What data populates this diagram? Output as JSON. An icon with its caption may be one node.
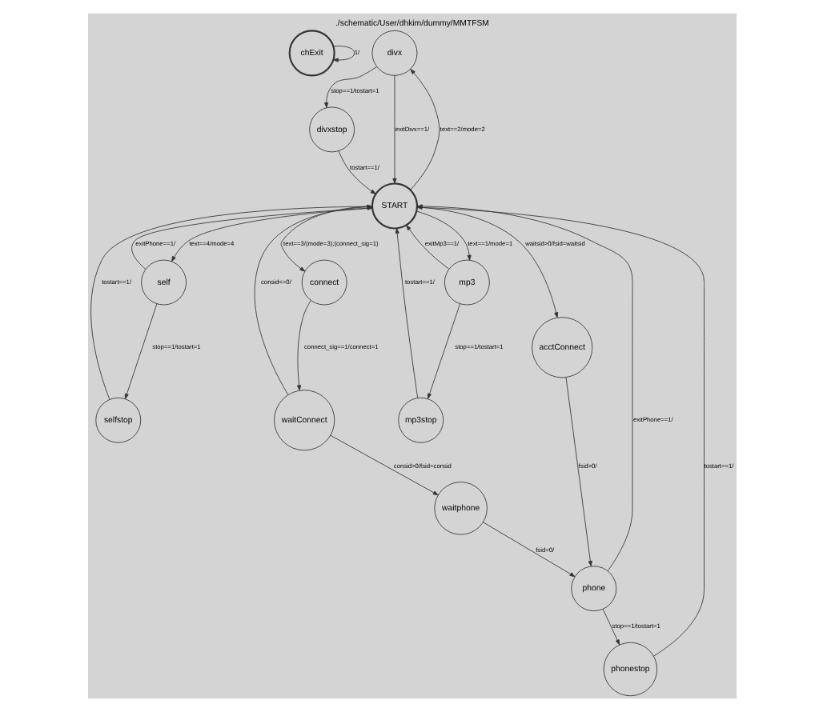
{
  "diagram": {
    "title": "./schematic/User/dhkim/dummy/MMTFSM",
    "nodes": [
      {
        "text": [
          "chExit"
        ]
      },
      {
        "text": [
          "divx"
        ]
      },
      {
        "text": [
          "self"
        ]
      },
      {
        "text": [
          "selfstop"
        ]
      },
      {
        "text": [
          "divxstop"
        ]
      },
      {
        "text": [
          "START"
        ]
      },
      {
        "text": [
          "mp3"
        ]
      },
      {
        "text": [
          "phonestop"
        ]
      },
      {
        "text": [
          "connect"
        ]
      },
      {
        "text": [
          "mp3stop"
        ]
      },
      {
        "text": [
          "acctConnect"
        ]
      },
      {
        "text": [
          "waitConnect"
        ]
      },
      {
        "text": [
          "phone"
        ]
      },
      {
        "text": [
          "waitphone"
        ]
      }
    ],
    "edges": [
      {
        "from": 0,
        "to": 0,
        "arrow": "to",
        "label": "1/"
      },
      {
        "from": 5,
        "to": 1,
        "arrow": "to",
        "label": "text==2/mode=2"
      },
      {
        "from": 2,
        "to": 3,
        "arrow": "to",
        "label": "stop==1/tostart=1"
      },
      {
        "from": 1,
        "to": 4,
        "arrow": "to",
        "label": "stop==1/tostart=1"
      },
      {
        "from": 5,
        "to": 2,
        "arrow": "to",
        "label": "text==4/mode=4"
      },
      {
        "from": 2,
        "to": 5,
        "arrow": "to",
        "label": "exitPhone==1/"
      },
      {
        "from": 3,
        "to": 5,
        "arrow": "to",
        "label": "tostart==1/"
      },
      {
        "from": 1,
        "to": 5,
        "arrow": "to",
        "label": "exitDivx==1/"
      },
      {
        "from": 5,
        "to": 6,
        "arrow": "to",
        "label": "text==1/mode=1"
      },
      {
        "from": 4,
        "to": 5,
        "arrow": "to",
        "label": "tostart==1/"
      },
      {
        "from": 6,
        "to": 5,
        "arrow": "to",
        "label": "exitMp3==1/"
      },
      {
        "from": 12,
        "to": 5,
        "arrow": "to",
        "label": "exitPhone==1/"
      },
      {
        "from": 6,
        "to": 9,
        "arrow": "to",
        "label": "stop==1/tostart=1"
      },
      {
        "from": 7,
        "to": 5,
        "arrow": "to",
        "label": "tostart==1/"
      },
      {
        "from": 5,
        "to": 8,
        "arrow": "to",
        "label": "text==3/(mode=3);(connect_sig=1)"
      },
      {
        "from": 9,
        "to": 5,
        "arrow": "to",
        "label": "tostart==1/"
      },
      {
        "from": 11,
        "to": 5,
        "arrow": "to",
        "label": "consid<=0/"
      },
      {
        "from": 8,
        "to": 11,
        "arrow": "to",
        "label": "connect_sig==1/connect=1"
      },
      {
        "from": 12,
        "to": 7,
        "arrow": "to",
        "label": "stop==1/tostart=1"
      },
      {
        "from": 5,
        "to": 10,
        "arrow": "to",
        "label": "waitsid>0/fsid=waitsid"
      },
      {
        "from": 10,
        "to": 12,
        "arrow": "to",
        "label": "fsid>0/"
      },
      {
        "from": 11,
        "to": 13,
        "arrow": "to",
        "label": "consid>0/fsid=consid"
      },
      {
        "from": 13,
        "to": 12,
        "arrow": "to",
        "label": "fsid=0/"
      }
    ]
  }
}
